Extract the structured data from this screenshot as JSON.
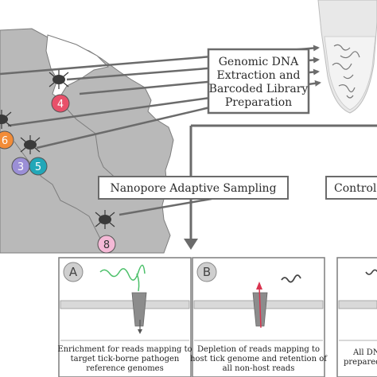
{
  "extraction_box": {
    "lines": [
      "Genomic DNA",
      "Extraction and",
      "Barcoded Library",
      "Preparation"
    ]
  },
  "nanopore_box": {
    "label": "Nanopore Adaptive Sampling"
  },
  "control_box": {
    "label": "Control"
  },
  "sites": [
    {
      "number": "4",
      "color": "#e8506a"
    },
    {
      "number": "6",
      "color": "#f28c38"
    },
    {
      "number": "3",
      "color": "#9b8fd6"
    },
    {
      "number": "5",
      "color": "#22a7b8"
    },
    {
      "number": "8",
      "color": "#f4b9d6"
    }
  ],
  "panels": [
    {
      "letter": "A",
      "caption": [
        "Enrichment for reads mapping to",
        "target tick-borne pathogen",
        "reference genomes"
      ]
    },
    {
      "letter": "B",
      "caption": [
        "Depletion of reads mapping to",
        "host tick genome and retention of",
        "all non-host reads"
      ]
    },
    {
      "letter": "",
      "caption": [
        "All DN",
        "prepared"
      ]
    }
  ]
}
